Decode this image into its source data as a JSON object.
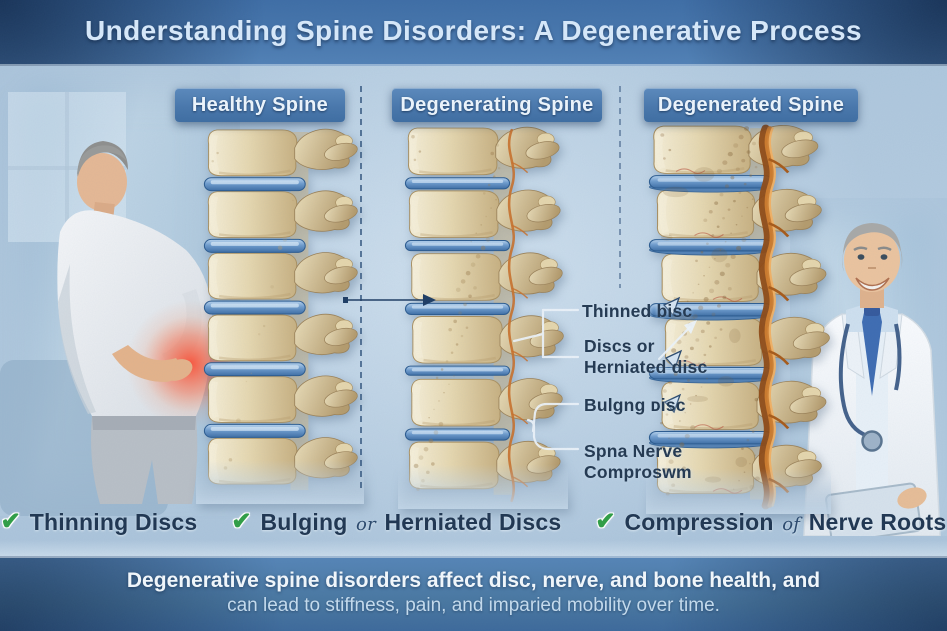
{
  "title": "Understanding Spine Disorders: A Degenerative Process",
  "columns": [
    {
      "label": "Healthy Spine",
      "stage": 0
    },
    {
      "label": "Degenerating Spine",
      "stage": 1
    },
    {
      "label": "Degenerated Spine",
      "stage": 2
    }
  ],
  "annotations": [
    {
      "id": "thinned-disc",
      "lines": [
        "Thinned bisc"
      ]
    },
    {
      "id": "herniated-disc",
      "lines": [
        "Discs or",
        "Herniated disc"
      ]
    },
    {
      "id": "bulging-disc",
      "lines": [
        "Bulgng ᴅisc"
      ]
    },
    {
      "id": "nerve-compression",
      "lines": [
        "Spna Nerve",
        "Comproswm"
      ]
    }
  ],
  "legend": {
    "check_glyph": "✔",
    "items": [
      {
        "segments": [
          {
            "t": "Thinning Discs",
            "italic": false
          }
        ]
      },
      {
        "segments": [
          {
            "t": "Bulging ",
            "italic": false
          },
          {
            "t": "or",
            "italic": true
          },
          {
            "t": " Herniated Discs",
            "italic": false
          }
        ]
      },
      {
        "segments": [
          {
            "t": "Compression ",
            "italic": false
          },
          {
            "t": "of",
            "italic": true
          },
          {
            "t": " Nerve Roots",
            "italic": false
          }
        ]
      }
    ]
  },
  "footer": {
    "line1": "Degenerative spine disorders affect disc, nerve, and bone health, and",
    "line2": "can lead to stiffness, pain, and imparied mobility over time."
  },
  "icons": {
    "legend_check": "check-icon",
    "flow_arrow": "progression-arrow-icon"
  },
  "colors": {
    "band_blue": "#4a79af",
    "body_background": "#b6cce0",
    "chip_blue": "#4977ac",
    "check_green": "#2f9e44",
    "text_navy": "#1f3550",
    "disc_blue": "#6f9ccd",
    "bone_cream": "#e7d8b0",
    "nerve_orange": "#d07c2c",
    "pain_red": "#ff3c1e"
  }
}
